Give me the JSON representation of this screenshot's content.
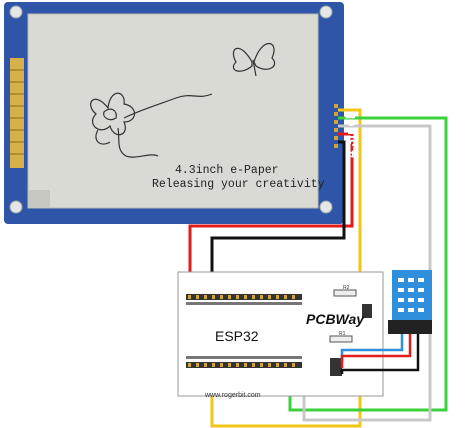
{
  "epaper": {
    "line1": "4.3inch e-Paper",
    "line2": "Releasing your creativity",
    "side_label": "4.3inch e-Paper"
  },
  "board": {
    "label": "ESP32",
    "brand": "PCBWay",
    "website": "www.rogerbit.com",
    "r2": "R2",
    "r1": "R1"
  },
  "colors": {
    "panel_blue": "#2f55a8",
    "paper": "#d9dad4",
    "wire_red": "#e21b1b",
    "wire_black": "#111111",
    "wire_yellow": "#f2c616",
    "wire_green": "#3ad13a",
    "wire_gray": "#c8c8c8",
    "sensor_blue": "#2f8fdd"
  }
}
